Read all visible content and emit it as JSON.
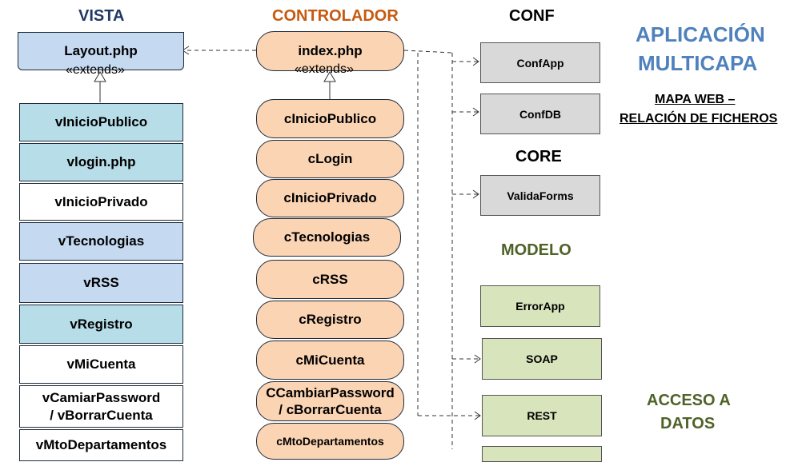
{
  "headers": {
    "vista": "VISTA",
    "controlador": "CONTROLADOR",
    "conf": "CONF",
    "core": "CORE",
    "modelo": "MODELO",
    "acceso_line1": "ACCESO A",
    "acceso_line2": "DATOS",
    "app_line1": "APLICACIÓN",
    "app_line2": "MULTICAPA",
    "subtitle_line1": "MAPA WEB –",
    "subtitle_line2": "RELACIÓN DE FICHEROS"
  },
  "stereotype": "«extends»",
  "vista": {
    "layout": "Layout.php",
    "items": [
      "vInicioPublico",
      "vlogin.php",
      "vInicioPrivado",
      "vTecnologias",
      "vRSS",
      "vRegistro",
      "vMiCuenta",
      "vCamiarPassword",
      "/ vBorrarCuenta",
      "vMtoDepartamentos"
    ]
  },
  "controlador": {
    "index": "index.php",
    "items": [
      "cInicioPublico",
      "cLogin",
      "cInicioPrivado",
      "cTecnologias",
      "cRSS",
      "cRegistro",
      "cMiCuenta",
      "CCambiarPassword",
      "/ cBorrarCuenta",
      "cMtoDepartamentos"
    ]
  },
  "conf": {
    "items": [
      "ConfApp",
      "ConfDB"
    ]
  },
  "core": {
    "items": [
      "ValidaForms"
    ]
  },
  "modelo": {
    "items": [
      "ErrorApp",
      "SOAP",
      "REST"
    ]
  },
  "colors": {
    "header_blue": "#1f3864",
    "header_orange": "#c55a11",
    "header_green": "#4f6228",
    "title_blue": "#4f81bd",
    "pill_fill": "#fbd4b4",
    "view_blue": "#c5d9f1",
    "view_cyan": "#b7dde8"
  }
}
